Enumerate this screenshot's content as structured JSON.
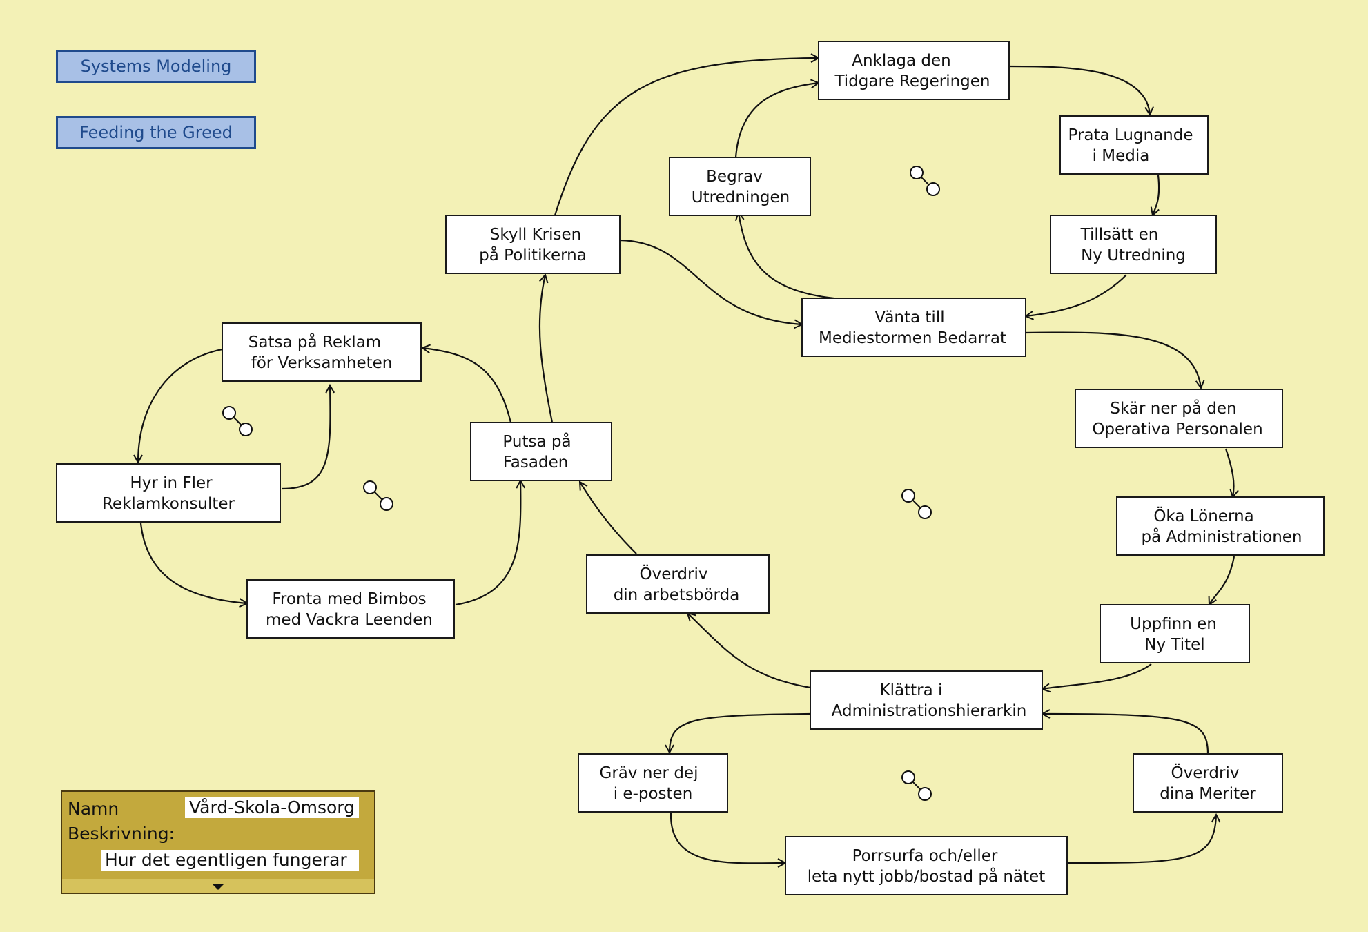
{
  "nav": {
    "systems_modeling": "Systems Modeling",
    "feeding_the_greed": "Feeding the Greed"
  },
  "info": {
    "name_label": "Namn",
    "name_value": "Vård-Skola-Omsorg",
    "description_label": "Beskrivning:",
    "description_value": "Hur det egentligen fungerar"
  },
  "nodes": {
    "anklaga": [
      "Anklaga den",
      "Tidgare Regeringen"
    ],
    "prata": [
      "Prata Lugnande",
      "i Media"
    ],
    "begrav": [
      "Begrav",
      "Utredningen"
    ],
    "tillsatt": [
      "Tillsätt en",
      "Ny Utredning"
    ],
    "skyll": [
      "Skyll Krisen",
      "på Politikerna"
    ],
    "vanta": [
      "Vänta till",
      "Mediestormen Bedarrat"
    ],
    "satsa": [
      "Satsa på Reklam",
      "för Verksamheten"
    ],
    "skar": [
      "Skär ner på den",
      "Operativa Personalen"
    ],
    "putsa": [
      "Putsa på",
      "Fasaden"
    ],
    "hyr": [
      "Hyr in Fler",
      "Reklamkonsulter"
    ],
    "oka": [
      "Öka Lönerna",
      "på Administrationen"
    ],
    "overdriv_arb": [
      "Överdriv",
      "din arbetsbörda"
    ],
    "fronta": [
      "Fronta med Bimbos",
      "med Vackra Leenden"
    ],
    "uppfinn": [
      "Uppfinn en",
      "Ny Titel"
    ],
    "klattra": [
      "Klättra  i",
      "Administrationshierarkin"
    ],
    "grav": [
      "Gräv ner dej",
      "i e-posten"
    ],
    "overdriv_mer": [
      "Överdriv",
      "dina Meriter"
    ],
    "porr": [
      "Porrsurfa och/eller",
      "leta nytt jobb/bostad på nätet"
    ]
  }
}
